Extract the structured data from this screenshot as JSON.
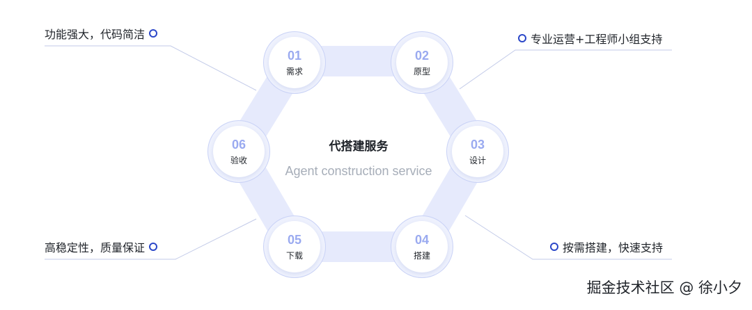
{
  "center": {
    "title": "代搭建服务",
    "subtitle": "Agent construction service"
  },
  "nodes": [
    {
      "num": "01",
      "label": "需求"
    },
    {
      "num": "02",
      "label": "原型"
    },
    {
      "num": "03",
      "label": "设计"
    },
    {
      "num": "04",
      "label": "搭建"
    },
    {
      "num": "05",
      "label": "下载"
    },
    {
      "num": "06",
      "label": "验收"
    }
  ],
  "callouts": {
    "top_left": "功能强大，代码简洁",
    "top_right": "专业运营+工程师小组支持",
    "bottom_left": "高稳定性，质量保证",
    "bottom_right": "按需搭建，快速支持"
  },
  "watermark": "掘金技术社区 @ 徐小夕",
  "colors": {
    "accent": "#2b47c8",
    "number": "#9aaaf0",
    "band": "#e6eafc"
  }
}
